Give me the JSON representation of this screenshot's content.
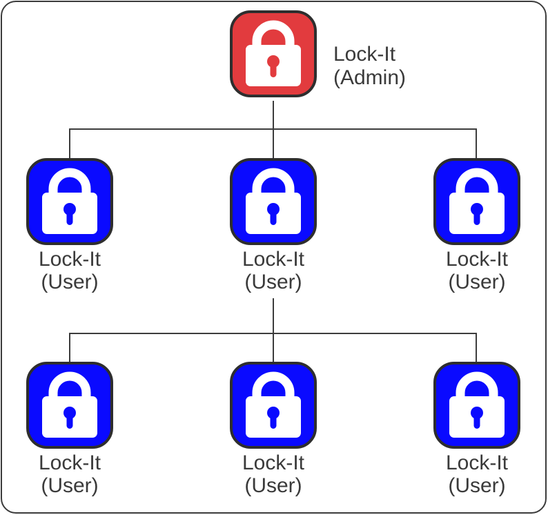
{
  "diagram": {
    "type": "hierarchy",
    "description": "Lock-It device hierarchy: one admin lock controlling three user locks, middle user lock controlling three further user locks",
    "colors": {
      "admin": "#e23b3e",
      "user": "#0a0aff",
      "icon_border": "#2e2e2e",
      "line": "#3c3c3c",
      "text": "#3a3a3a",
      "frame": "#3b3b3b",
      "background": "#ffffff",
      "lock_glyph": "#ffffff"
    },
    "nodes": [
      {
        "id": "admin",
        "name": "Lock-It",
        "role": "(Admin)",
        "type": "admin",
        "row": 1
      },
      {
        "id": "user-1",
        "name": "Lock-It",
        "role": "(User)",
        "type": "user",
        "row": 2
      },
      {
        "id": "user-2",
        "name": "Lock-It",
        "role": "(User)",
        "type": "user",
        "row": 2
      },
      {
        "id": "user-3",
        "name": "Lock-It",
        "role": "(User)",
        "type": "user",
        "row": 2
      },
      {
        "id": "user-4",
        "name": "Lock-It",
        "role": "(User)",
        "type": "user",
        "row": 3
      },
      {
        "id": "user-5",
        "name": "Lock-It",
        "role": "(User)",
        "type": "user",
        "row": 3
      },
      {
        "id": "user-6",
        "name": "Lock-It",
        "role": "(User)",
        "type": "user",
        "row": 3
      }
    ],
    "edges": [
      {
        "from": "admin",
        "to": "user-1"
      },
      {
        "from": "admin",
        "to": "user-2"
      },
      {
        "from": "admin",
        "to": "user-3"
      },
      {
        "from": "user-2",
        "to": "user-4"
      },
      {
        "from": "user-2",
        "to": "user-5"
      },
      {
        "from": "user-2",
        "to": "user-6"
      }
    ]
  }
}
